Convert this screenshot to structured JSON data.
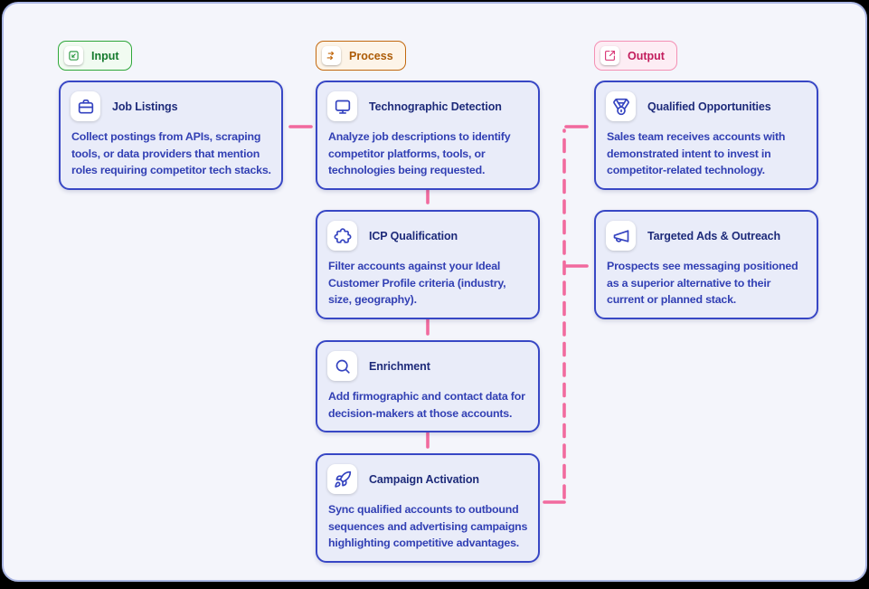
{
  "legend": {
    "input": {
      "label": "Input"
    },
    "process": {
      "label": "Process"
    },
    "output": {
      "label": "Output"
    }
  },
  "cards": {
    "job_listings": {
      "title": "Job Listings",
      "body": "Collect postings from APIs, scraping tools, or data providers that mention roles requiring competitor tech stacks.",
      "icon": "briefcase-icon",
      "column": "input"
    },
    "technographic_detection": {
      "title": "Technographic Detection",
      "body": "Analyze job descriptions to identify competitor platforms, tools, or technologies being requested.",
      "icon": "monitor-icon",
      "column": "process"
    },
    "icp_qualification": {
      "title": "ICP Qualification",
      "body": "Filter accounts against your Ideal Customer Profile criteria (industry, size, geography).",
      "icon": "puzzle-icon",
      "column": "process"
    },
    "enrichment": {
      "title": "Enrichment",
      "body": "Add firmographic and contact data for decision-makers at those accounts.",
      "icon": "search-icon",
      "column": "process"
    },
    "campaign_activation": {
      "title": "Campaign Activation",
      "body": "Sync qualified accounts to outbound sequences and advertising campaigns highlighting competitive advantages.",
      "icon": "rocket-icon",
      "column": "process"
    },
    "qualified_opportunities": {
      "title": "Qualified Opportunities",
      "body": "Sales team receives accounts with demonstrated intent to invest in competitor-related technology.",
      "icon": "medal-icon",
      "column": "output"
    },
    "targeted_ads_outreach": {
      "title": "Targeted Ads & Outreach",
      "body": "Prospects see messaging positioned as a superior alternative to their current or planned stack.",
      "icon": "megaphone-icon",
      "column": "output"
    }
  },
  "flow": {
    "edges": [
      {
        "from": "job_listings",
        "to": "technographic_detection"
      },
      {
        "from": "technographic_detection",
        "to": "icp_qualification"
      },
      {
        "from": "icp_qualification",
        "to": "enrichment"
      },
      {
        "from": "enrichment",
        "to": "campaign_activation"
      },
      {
        "from": "campaign_activation",
        "to": "qualified_opportunities"
      },
      {
        "from": "campaign_activation",
        "to": "targeted_ads_outreach"
      }
    ]
  },
  "colors": {
    "connector_pink": "#F16A9E",
    "card_border": "#3847C5",
    "card_background": "#E9ECF9",
    "card_title_text": "#1E2B7A",
    "card_body_text": "#3240B4",
    "input_green_border": "#2FA73A",
    "process_orange_border": "#C2690F",
    "output_pink_border": "#F490B4",
    "page_background": "#F4F5FB",
    "page_border": "#AAB6E4"
  }
}
